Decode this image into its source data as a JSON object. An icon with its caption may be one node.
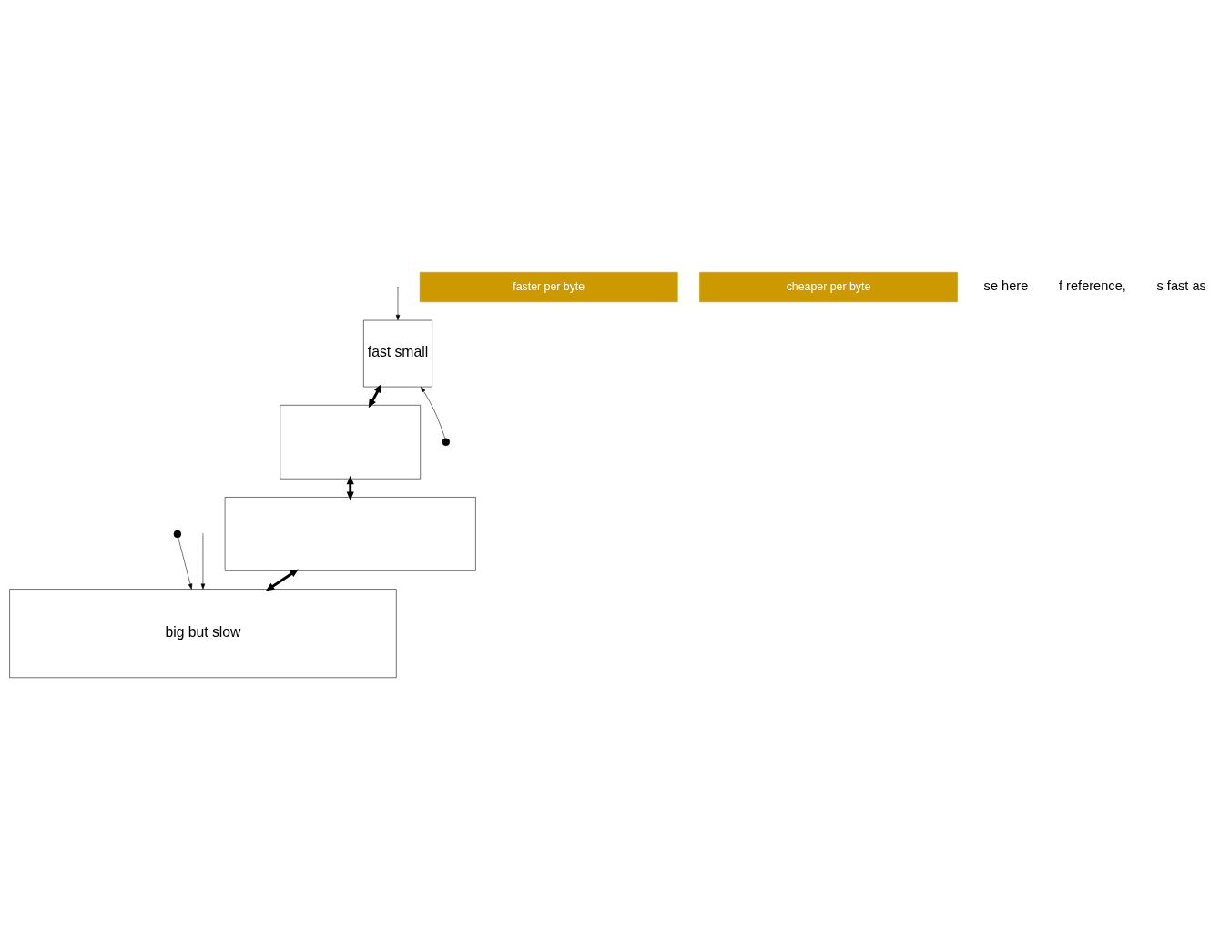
{
  "diagram": {
    "nodes": [
      {
        "text": [
          "fast small"
        ]
      },
      {
        "text": [],
        "shape": "box"
      },
      {
        "text": [],
        "shape": "box"
      },
      {
        "text": [
          "big but slow"
        ]
      },
      {
        "text": [],
        "shape": "circle"
      },
      {
        "text": [],
        "shape": "circle"
      },
      {
        "text": [
          "faster per byte"
        ]
      },
      {
        "text": [
          "cheaper per byte"
        ]
      }
    ],
    "edges": [
      {
        "from": null,
        "to": 0,
        "arrow": "to"
      },
      {
        "from": 4,
        "to": 0,
        "arrow": "to"
      },
      {
        "from": 0,
        "to": 1,
        "arrow": "both",
        "style": "thick"
      },
      {
        "from": 1,
        "to": 2,
        "arrow": "both",
        "style": "thick"
      },
      {
        "from": 2,
        "to": 3,
        "arrow": "both",
        "style": "thick"
      },
      {
        "from": 5,
        "to": 3,
        "arrow": "to"
      },
      {
        "from": null,
        "to": 3,
        "arrow": "to"
      }
    ],
    "labels": [
      "se here",
      "f reference,",
      "s fast as"
    ]
  }
}
